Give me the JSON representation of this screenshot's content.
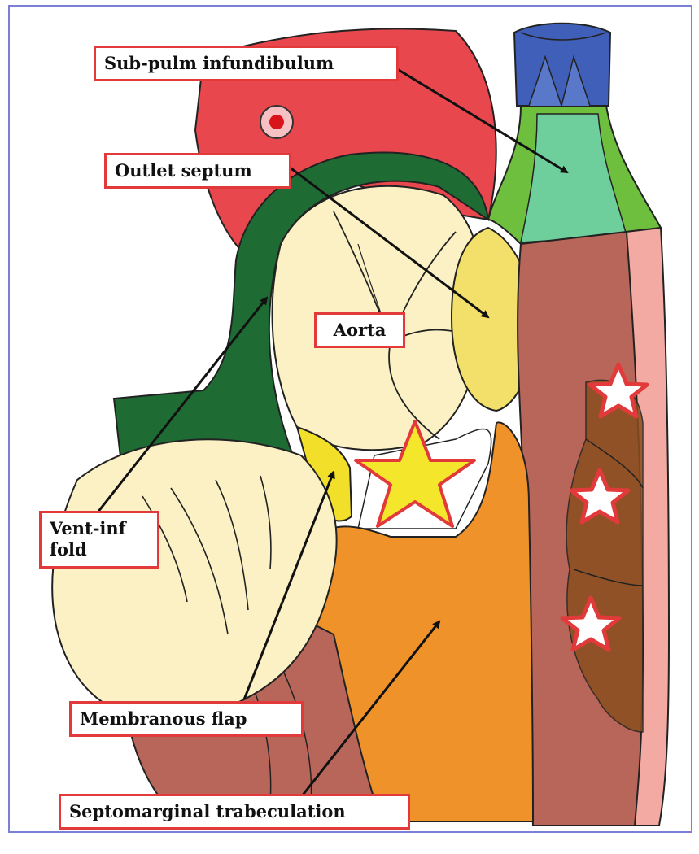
{
  "labels": {
    "sub_pulm_infundibulum": "Sub-pulm infundibulum",
    "outlet_septum": "Outlet septum",
    "aorta": "Aorta",
    "vent_inf_fold_line1": "Vent-inf",
    "vent_inf_fold_line2": "fold",
    "membranous_flap": "Membranous flap",
    "septomarginal_trabeculation": "Septomarginal trabeculation"
  },
  "colors": {
    "label_border": "#e23a3a",
    "frame": "#7b7fd6",
    "pulmonary_red": "#e8474d",
    "dark_green": "#1e6b34",
    "aortic_cream": "#fbf1c4",
    "outlet_yellow": "#f2e06a",
    "orange_trabeculation": "#f0922a",
    "muscle_brown": "#b8665a",
    "pink_wall": "#f2aaa2",
    "infundibulum_teal": "#6fcf9c",
    "infundibulum_green": "#6fbf3f",
    "valve_blue": "#3f5fb8",
    "marker_star": "#f4e62a"
  },
  "icons": [
    "star-marker-icon",
    "white-star-icon"
  ]
}
